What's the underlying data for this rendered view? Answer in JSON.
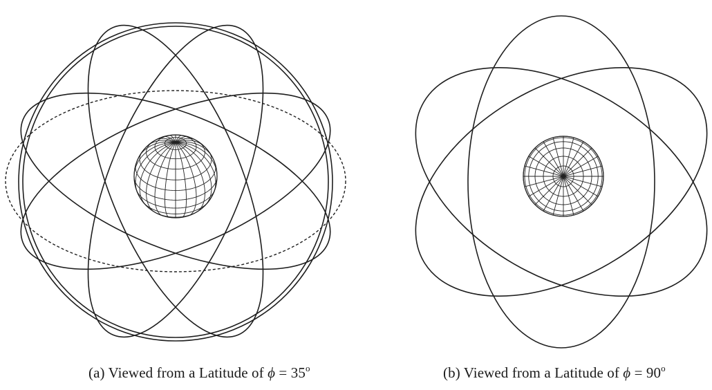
{
  "panels": [
    {
      "id": "a",
      "caption_prefix": "(a) Viewed from a Latitude of ",
      "symbol": "ϕ",
      "equals": " = ",
      "value": "35",
      "degree_mark": "o",
      "latitude_deg": 35
    },
    {
      "id": "b",
      "caption_prefix": "(b) Viewed from a Latitude of ",
      "symbol": "ϕ",
      "equals": " = ",
      "value": "90",
      "degree_mark": "o",
      "latitude_deg": 90
    }
  ],
  "colors": {
    "ink": "#1e1e1e",
    "background": "#ffffff"
  }
}
